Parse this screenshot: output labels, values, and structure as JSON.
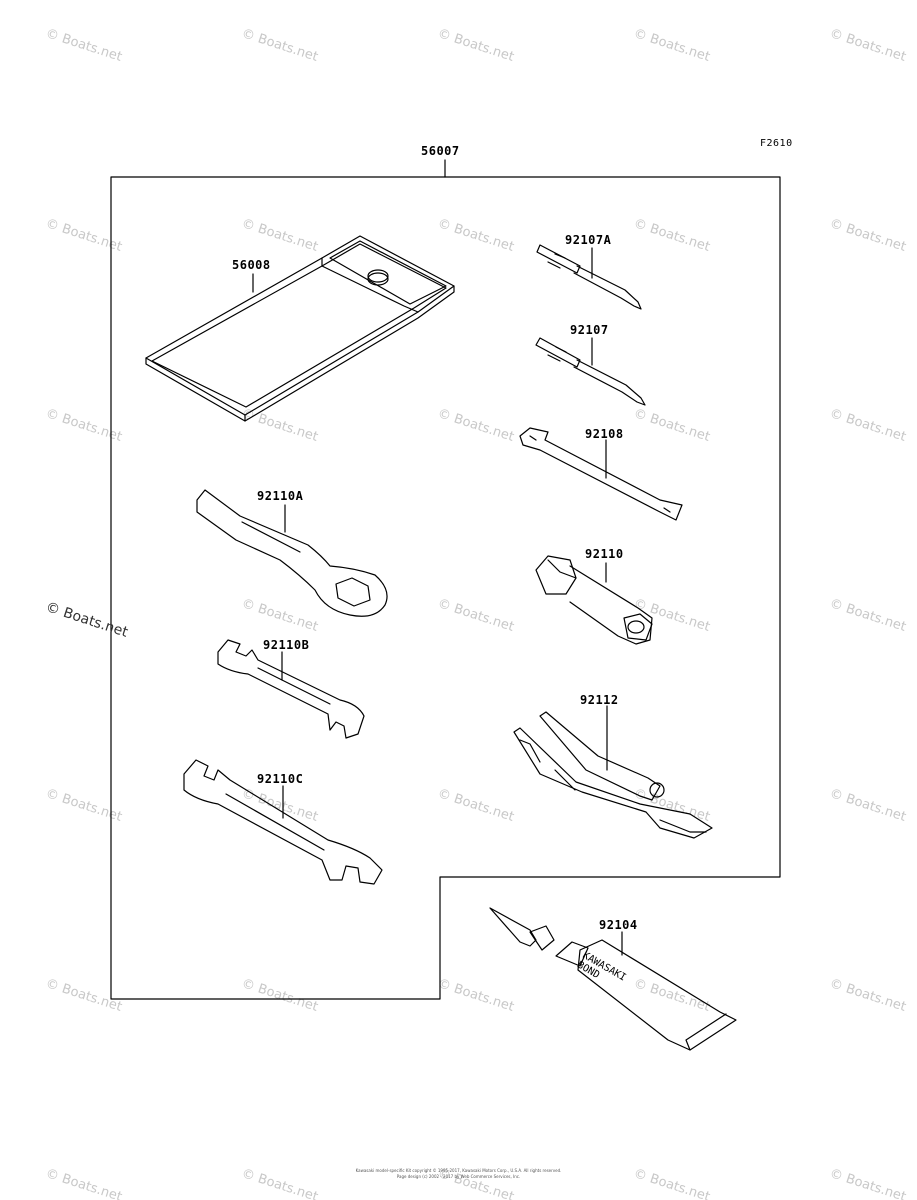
{
  "figure_code": "F2610",
  "parts": {
    "p56007": "56007",
    "p56008": "56008",
    "p92107A": "92107A",
    "p92107": "92107",
    "p92108": "92108",
    "p92110A": "92110A",
    "p92110": "92110",
    "p92110B": "92110B",
    "p92112": "92112",
    "p92110C": "92110C",
    "p92104": "92104"
  },
  "tube_text": {
    "line1": "KAWASAKI",
    "line2": "BOND"
  },
  "watermark": "© Boats.net",
  "footer": {
    "line1": "Kawasaki model-specific Kit copyright © 1995-2017, Kawasaki Motors Corp., U.S.A. All rights reserved.",
    "line2": "Page design (c) 2002 - 2017 by Web Commerce Services, Inc."
  },
  "colors": {
    "line": "#000000",
    "watermark": "#c8c8c8"
  }
}
